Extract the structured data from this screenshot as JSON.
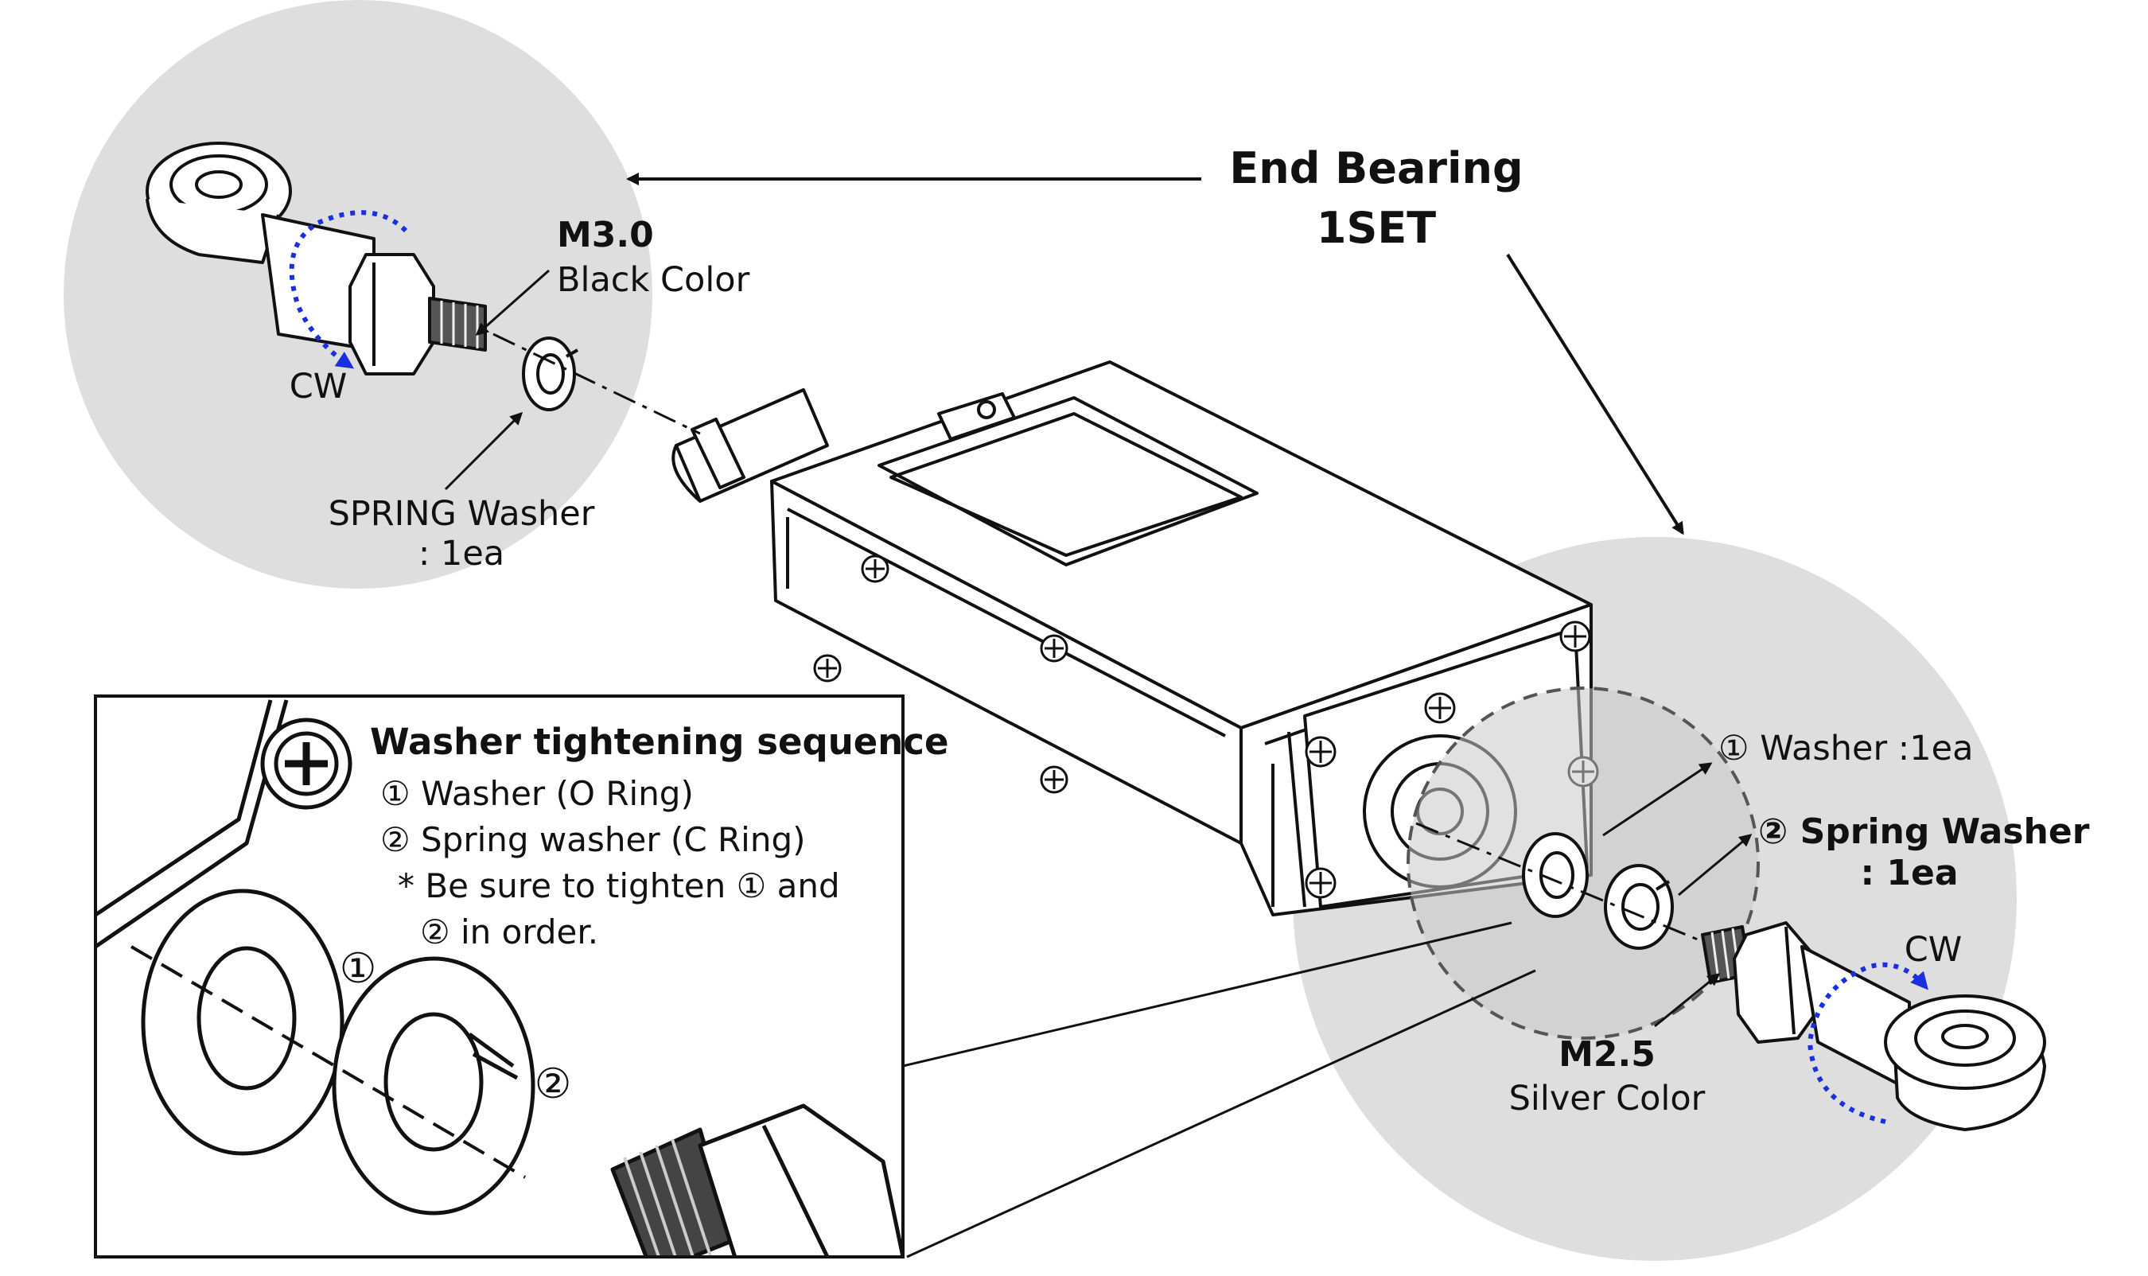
{
  "title": {
    "line1": "End Bearing",
    "line2": "1SET"
  },
  "left_detail": {
    "rotation_label": "CW",
    "screw_size": "M3.0",
    "screw_color": "Black Color",
    "washer_name": "SPRING Washer",
    "washer_qty": ": 1ea"
  },
  "right_detail": {
    "washer_1": "① Washer :1ea",
    "washer_2": "② Spring Washer",
    "washer_2_qty": ": 1ea",
    "rotation_label": "CW",
    "screw_size": "M2.5",
    "screw_color": "Silver Color"
  },
  "inset": {
    "heading": "Washer tightening sequence",
    "step_1": "① Washer (O Ring)",
    "step_2": "② Spring washer (C Ring)",
    "note_line1": "* Be sure to tighten  ① and",
    "note_line2": "② in order.",
    "marker_1": "①",
    "marker_2": "②"
  },
  "colors": {
    "circle_fill": "#dedede",
    "rotation_arrow": "#1a2fe0",
    "line": "#111111"
  }
}
